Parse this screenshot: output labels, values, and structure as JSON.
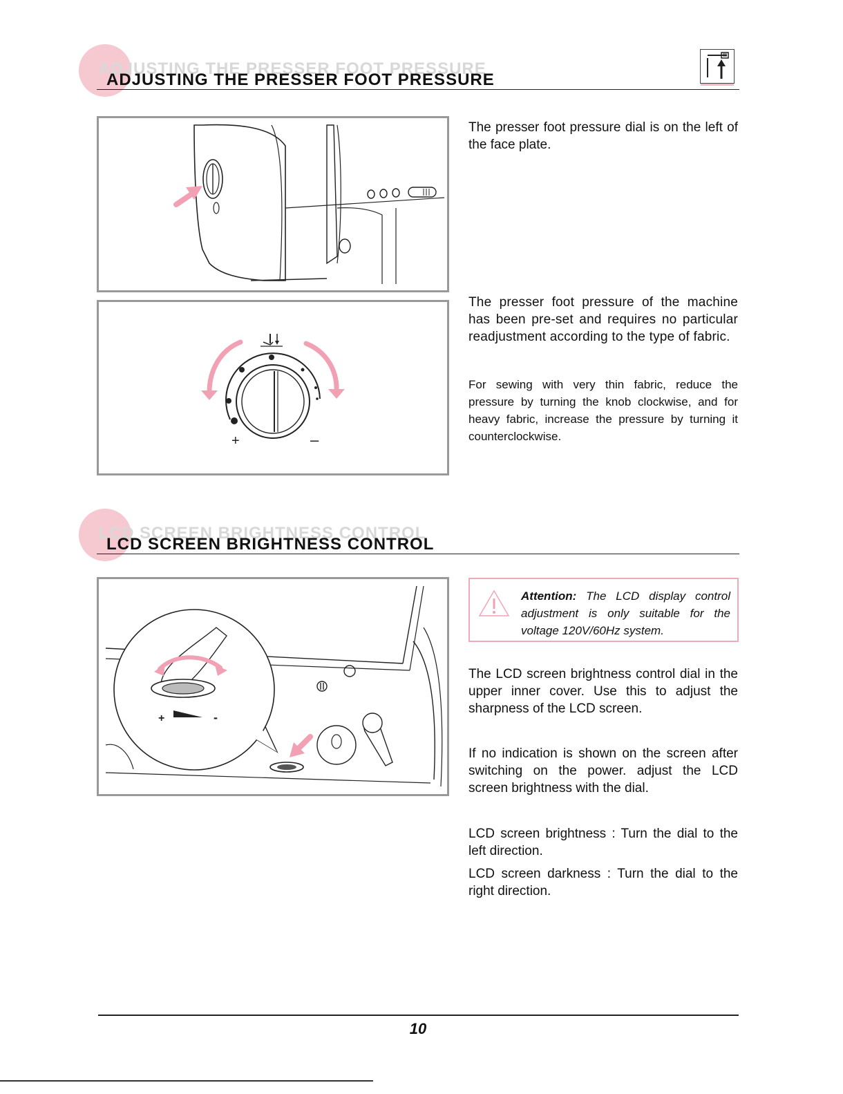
{
  "section1": {
    "ghost_title": "ADJUSTING THE PRESSER FOOT PRESSURE",
    "title": "ADJUSTING THE PRESSER FOOT PRESSURE",
    "para1": "The presser foot pressure dial is on the left of the face plate.",
    "para2": "The presser foot pressure of the machine has been pre-set and requires no particular readjustment according to the type of fabric.",
    "para3": "For sewing with very thin fabric, reduce the pressure by turning the knob clockwise, and for heavy fabric, increase the pressure by turning it counterclockwise.",
    "dial_plus": "+",
    "dial_minus": "–"
  },
  "section2": {
    "ghost_title": "LCD SCREEN BRIGHTNESS CONTROL",
    "title": "LCD SCREEN BRIGHTNESS CONTROL",
    "attention_label": "Attention:",
    "attention_text": "The LCD display control adjustment is only suitable for the voltage 120V/60Hz system.",
    "para1": "The LCD screen brightness control dial in the upper inner cover. Use this to adjust the sharpness of the LCD screen.",
    "para2": "If no indication is shown on the screen after switching on the power. adjust the LCD screen brightness with the dial.",
    "para3": "LCD screen brightness : Turn the dial to the left direction.",
    "para4": "LCD screen darkness : Turn the dial to the right direction.",
    "dial_plus": "+",
    "dial_minus": "-"
  },
  "footer": {
    "page_number": "10"
  },
  "colors": {
    "accent_pink": "#f2a1b4",
    "ghost_gray": "#d8d8d8",
    "frame_gray": "#999999"
  },
  "icons": [
    "presser-foot-tool-icon",
    "warning-triangle-icon",
    "pink-arrow-icon"
  ]
}
